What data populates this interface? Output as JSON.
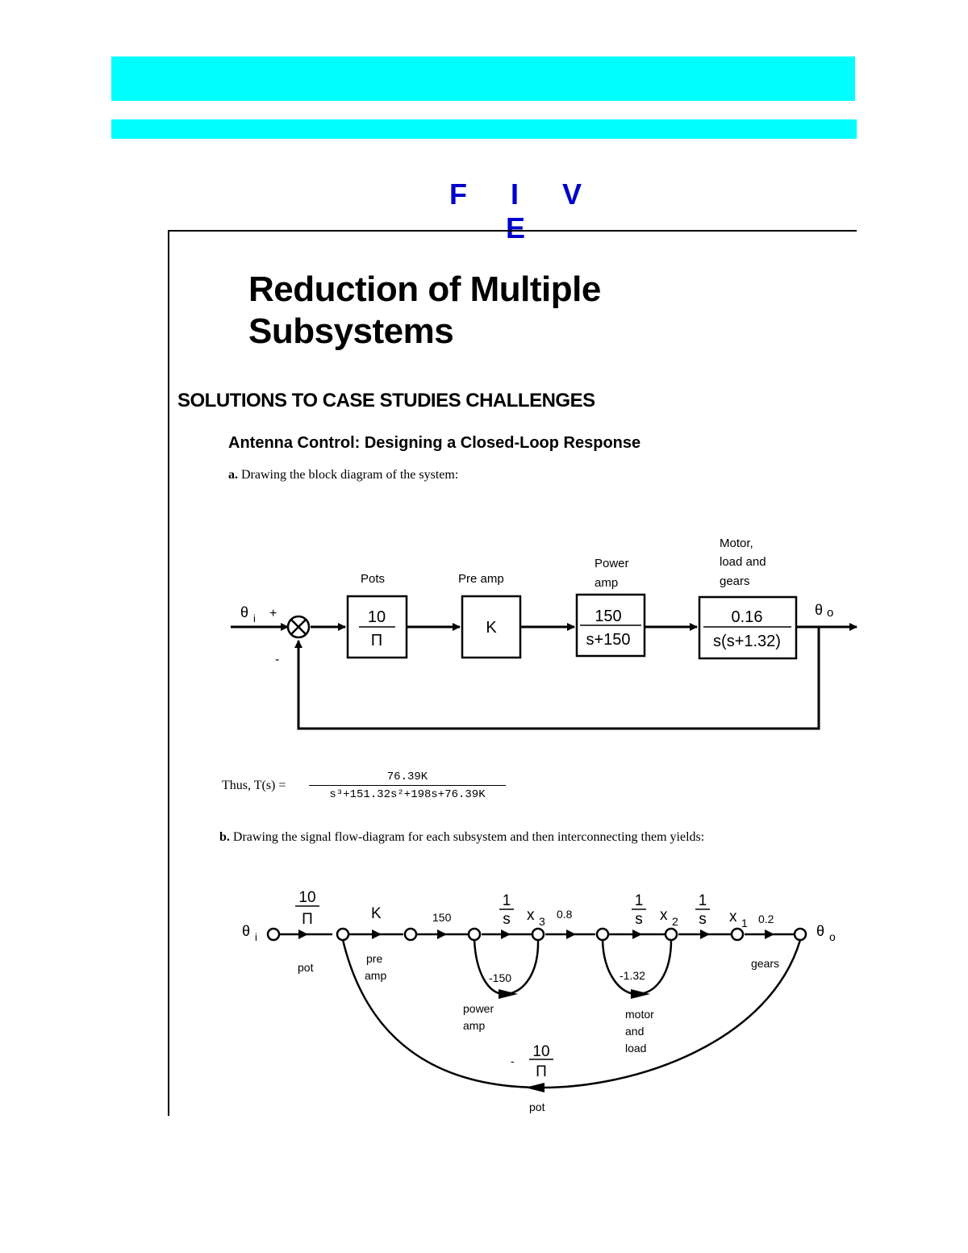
{
  "header": {
    "chapter": "F I V E"
  },
  "chapter_title": {
    "line1": "Reduction of Multiple",
    "line2": "Subsystems"
  },
  "section_title": "SOLUTIONS TO CASE STUDIES CHALLENGES",
  "subsection_title": "Antenna Control: Designing a Closed-Loop Response",
  "part_a": {
    "label": "a.",
    "text": "Drawing the block diagram of the system:"
  },
  "part_b": {
    "label": "b.",
    "text": "Drawing the signal flow-diagram for each subsystem and then interconnecting them yields:"
  },
  "block_diagram": {
    "input": "θ",
    "input_sub": "i",
    "plus": "+",
    "minus": "-",
    "output": "θ",
    "output_sub": "o",
    "pots": {
      "label": "Pots",
      "num": "10",
      "den": "Π"
    },
    "preamp": {
      "label": "Pre amp",
      "gain": "K"
    },
    "power": {
      "label1": "Power",
      "label2": "amp",
      "num": "150",
      "den": "s+150"
    },
    "motor": {
      "label1": "Motor,",
      "label2": "load and",
      "label3": "gears",
      "num": "0.16",
      "den": "s(s+1.32)"
    }
  },
  "transfer_function": {
    "lhs": "Thus, T(s) =",
    "numerator": "76.39K",
    "denominator": "s³+151.32s²+198s+76.39K"
  },
  "signal_flow": {
    "input": "θ",
    "input_sub": "i",
    "output": "θ",
    "output_sub": "o",
    "pot_gain_num": "10",
    "pot_gain_den": "Π",
    "pot_label": "pot",
    "preamp_gain": "K",
    "preamp_label1": "pre",
    "preamp_label2": "amp",
    "gain_150": "150",
    "int1_num": "1",
    "int1_den": "s",
    "x3": "x",
    "x3_sub": "3",
    "gain_08": "0.8",
    "int2_num": "1",
    "int2_den": "s",
    "x2": "x",
    "x2_sub": "2",
    "int3_num": "1",
    "int3_den": "s",
    "x1": "x",
    "x1_sub": "1",
    "gain_02": "0.2",
    "gears_label": "gears",
    "loop1_gain": "-150",
    "power_label1": "power",
    "power_label2": "amp",
    "loop2_gain": "-1.32",
    "motor_label1": "motor",
    "motor_label2": "and",
    "motor_label3": "load",
    "feedback_sign": "-",
    "feedback_num": "10",
    "feedback_den": "Π",
    "feedback_label": "pot"
  }
}
